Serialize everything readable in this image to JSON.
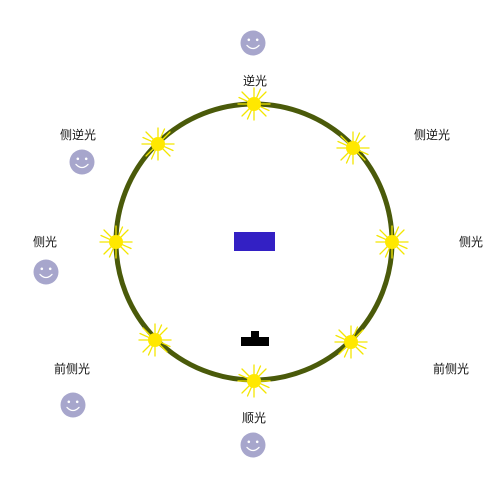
{
  "labels": {
    "top": "逆光",
    "upper_left": "侧逆光",
    "upper_right": "侧逆光",
    "left": "侧光",
    "right": "侧光",
    "lower_left": "前侧光",
    "lower_right": "前侧光",
    "bottom": "顺光"
  },
  "colors": {
    "ring": "#4a5a0a",
    "sun_core": "#ffe800",
    "sun_ray": "#f3e600",
    "face_fill": "#a7a6cc",
    "face_line": "#ffffff",
    "subject": "#3320c4",
    "camera": "#000000"
  },
  "icons": {
    "light_source": "sun-icon",
    "viewer": "smiley-face-icon",
    "subject": "subject-block-icon",
    "camera": "camera-icon"
  }
}
